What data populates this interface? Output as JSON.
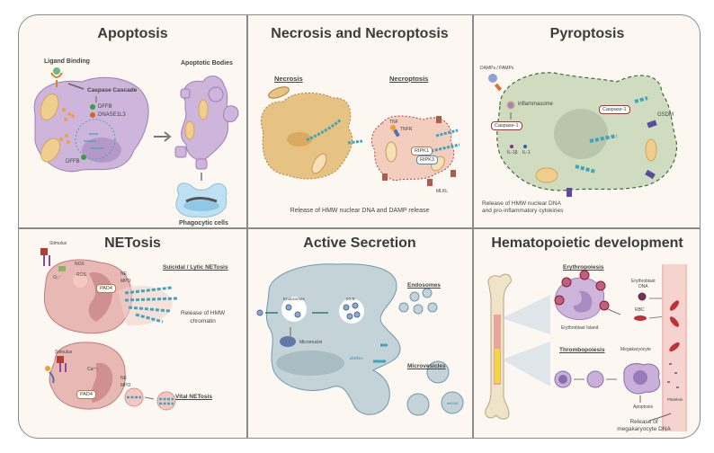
{
  "panels": {
    "apoptosis": {
      "title": "Apoptosis",
      "labels": {
        "ligand_binding": "Ligand Binding",
        "caspase_cascade": "Caspase Cascade",
        "dffb_1": "DFFB",
        "dnase1l3": "DNASE1L3",
        "dffb_2": "DFFB",
        "apoptotic_bodies": "Apoptotic Bodies",
        "phagocytic_cells": "Phagocytic cells"
      }
    },
    "necrosis": {
      "title": "Necrosis and Necroptosis",
      "labels": {
        "necrosis": "Necrosis",
        "necroptosis": "Necroptosis",
        "tnf": "TNF",
        "tnfr": "TNFR",
        "ripk1": "RIPK1",
        "ripk3": "RIPK3",
        "mlkl": "MLKL"
      },
      "caption": "Release of HMW nuclear DNA and DAMP release"
    },
    "pyroptosis": {
      "title": "Pyroptosis",
      "labels": {
        "damps": "DAMPs / PAMPs",
        "inflammasome": "inflammasome",
        "caspase1_a": "Caspase-1",
        "caspase1_b": "Caspase-1",
        "il1b": "IL-1β",
        "il1": "IL-1",
        "gsdm": "GSDM"
      },
      "caption_line1": "Release of HMW nuclear DNA",
      "caption_line2": "and pro-inflammatory cytokines"
    },
    "netosis": {
      "title": "NETosis",
      "labels": {
        "stimulus_1": "Stimulus",
        "nox": "NOX",
        "o2": "O₂⁻",
        "ros": "ROS",
        "pad4_1": "PAD4",
        "ne_1": "NE",
        "mpo_1": "MPO",
        "suicidal": "Suicidal / Lytic NETosis",
        "release_line1": "Release of HMW",
        "release_line2": "chromatin",
        "stimulus_2": "Stimulus",
        "ca": "Ca²⁺↑",
        "ne_2": "NE",
        "mpo_2": "MPO",
        "pad4_2": "PAD4",
        "vital": "Vital NETosis"
      }
    },
    "secretion": {
      "title": "Active Secretion",
      "labels": {
        "endosomes_in": "Endosomes",
        "mvb": "MVB",
        "micronuclei": "Micronuclei",
        "dsdna_in": "dsDNA",
        "endosomes_out": "Endosomes",
        "microvesicles": "Microvesicles",
        "dsdna_out": "dsDNA"
      }
    },
    "hematopoietic": {
      "title": "Hematopoietic development",
      "labels": {
        "erythropoiesis": "Erythropoiesis",
        "erythroblast_island": "Erythroblast Island",
        "erythroblast_dna_1": "Erythroblast",
        "erythroblast_dna_2": "DNA",
        "rbc": "RBC",
        "thrombopoiesis": "Thrombopoiesis",
        "megakaryocyte": "Megakaryocyte",
        "apoptosis": "Apoptosis",
        "platelets": "Platelets"
      },
      "caption_line1": "Release of",
      "caption_line2": "megakaryocyte DNA"
    }
  },
  "colors": {
    "frame_bg": "#fcf7f1",
    "border": "#8a8a8a",
    "apoptosis_cell": "#cdb5dc",
    "necrosis_cell": "#e6c283",
    "necroptosis_cell": "#f3cdbd",
    "pyroptosis_cell": "#cfdcbf",
    "netosis_cell": "#e8b8b4",
    "secretion_cell": "#c3d3d8",
    "dna": "#3ea6bb",
    "vessel": "#e8a0a0"
  }
}
